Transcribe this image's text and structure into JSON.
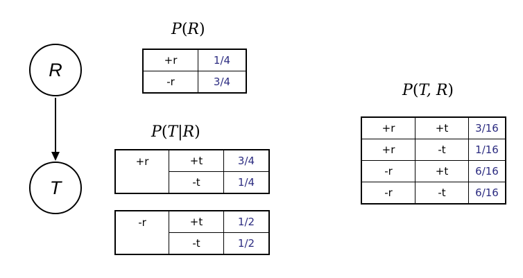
{
  "nodes": {
    "r": "R",
    "t": "T"
  },
  "colors": {
    "value_text": "#2b2b80",
    "lines": "#000000"
  },
  "p_r": {
    "title": {
      "fn": "P",
      "args": "R"
    },
    "rows": [
      {
        "r": "+r",
        "p": "1/4"
      },
      {
        "r": "-r",
        "p": "3/4"
      }
    ]
  },
  "p_t_given_r": {
    "title": {
      "fn": "P",
      "args": "T|R"
    },
    "blocks": [
      {
        "r": "+r",
        "rows": [
          {
            "t": "+t",
            "p": "3/4"
          },
          {
            "t": "-t",
            "p": "1/4"
          }
        ]
      },
      {
        "r": "-r",
        "rows": [
          {
            "t": "+t",
            "p": "1/2"
          },
          {
            "t": "-t",
            "p": "1/2"
          }
        ]
      }
    ]
  },
  "p_t_r": {
    "title": {
      "fn": "P",
      "args": "T, R"
    },
    "rows": [
      {
        "r": "+r",
        "t": "+t",
        "p": "3/16"
      },
      {
        "r": "+r",
        "t": "-t",
        "p": "1/16"
      },
      {
        "r": "-r",
        "t": "+t",
        "p": "6/16"
      },
      {
        "r": "-r",
        "t": "-t",
        "p": "6/16"
      }
    ]
  }
}
